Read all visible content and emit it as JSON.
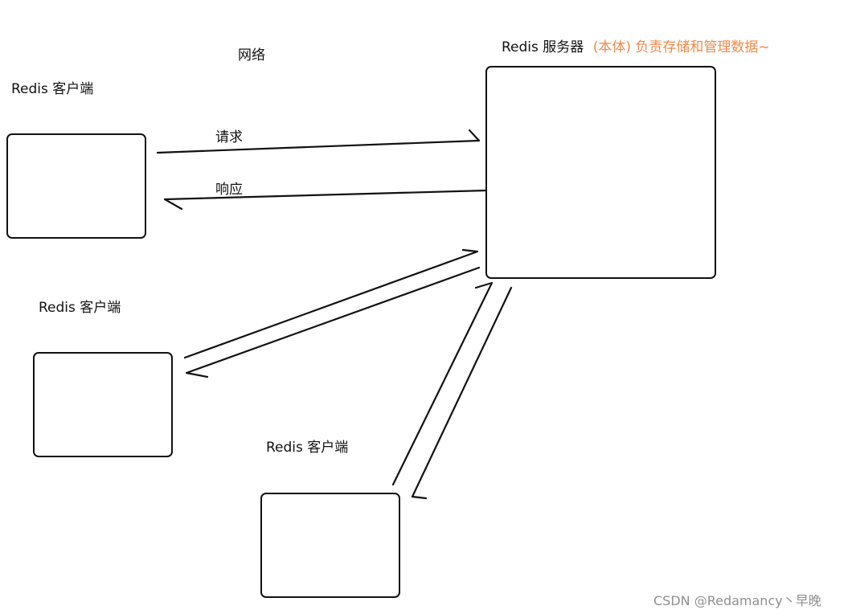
{
  "network_label": "网络",
  "server": {
    "label": "Redis 服务器",
    "note": "(本体) 负责存储和管理数据~",
    "note_color": "#f08a4b"
  },
  "clients": [
    {
      "label": "Redis 客户端"
    },
    {
      "label": "Redis 客户端"
    },
    {
      "label": "Redis 客户端"
    }
  ],
  "arrows": {
    "request_label": "请求",
    "response_label": "响应"
  },
  "watermark": "CSDN @Redamancy丶早晚"
}
